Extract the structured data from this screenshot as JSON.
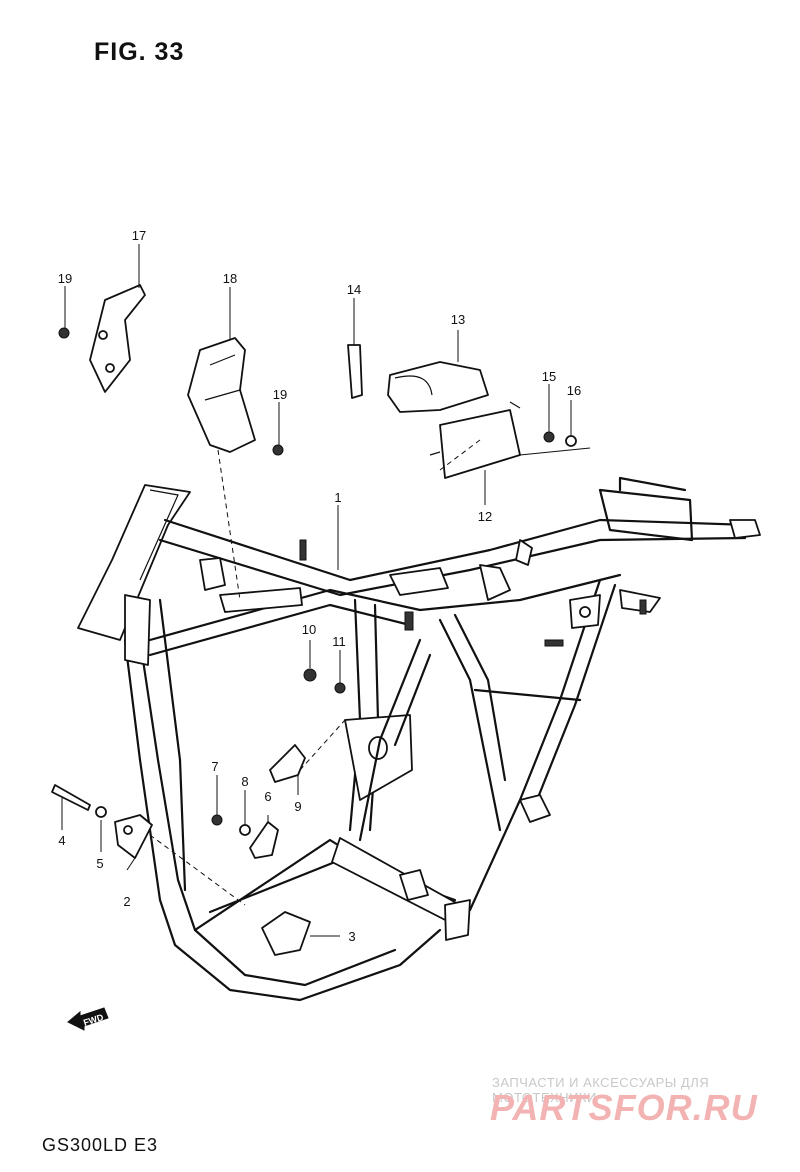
{
  "figure": {
    "title": "FIG. 33",
    "model": "GS300LD E3"
  },
  "direction": {
    "label": "FWD"
  },
  "watermark": {
    "line1": "ЗАПЧАСТИ И АКСЕССУАРЫ ДЛЯ МОТОТЕХНИКИ",
    "line2": "PARTSFOR.RU"
  },
  "callouts": [
    "1",
    "2",
    "3",
    "4",
    "5",
    "6",
    "7",
    "8",
    "9",
    "10",
    "11",
    "12",
    "13",
    "14",
    "15",
    "16",
    "17",
    "18",
    "19",
    "19"
  ]
}
